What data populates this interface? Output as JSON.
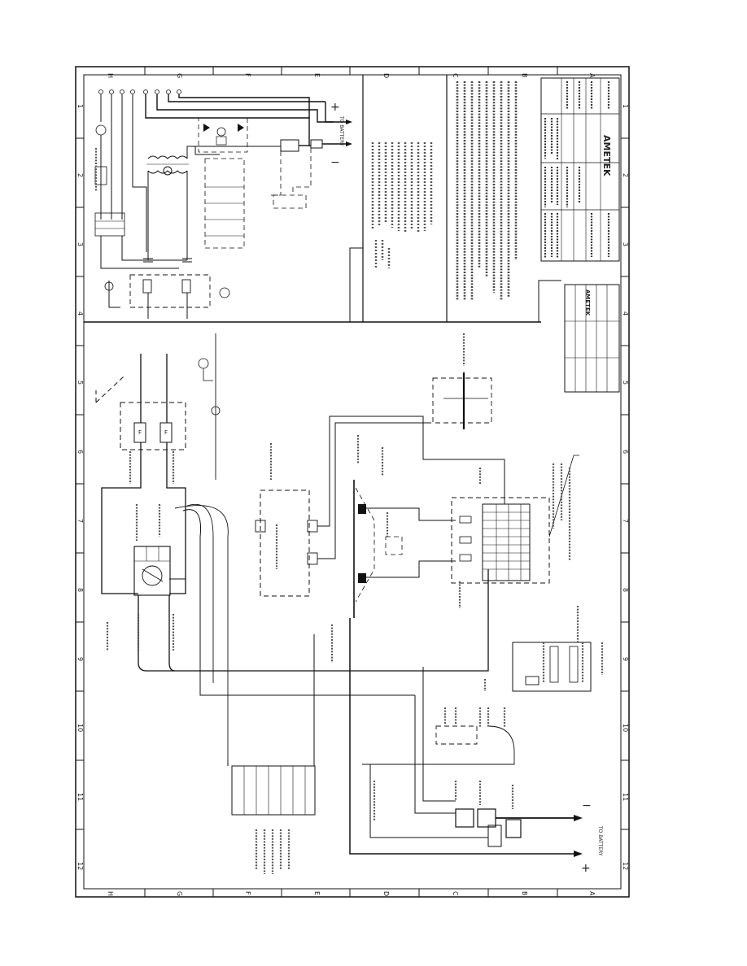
{
  "frame": {
    "row_letters": [
      "H",
      "G",
      "F",
      "E",
      "D",
      "C",
      "B",
      "A"
    ],
    "col_numbers": [
      "1",
      "2",
      "3",
      "4",
      "5",
      "6",
      "7",
      "8",
      "9",
      "10",
      "11",
      "12"
    ]
  },
  "symbols": {
    "plus": "+",
    "minus": "−"
  },
  "labels": {
    "to_battery_top": "TO BATTERY",
    "to_battery_bottom": "TO BATTERY",
    "logo": "AMETEK",
    "logo_small": "AMETEK",
    "fuse_a": "F",
    "fuse_b": "F"
  },
  "colors": {
    "line": "#111111",
    "background": "#ffffff"
  }
}
